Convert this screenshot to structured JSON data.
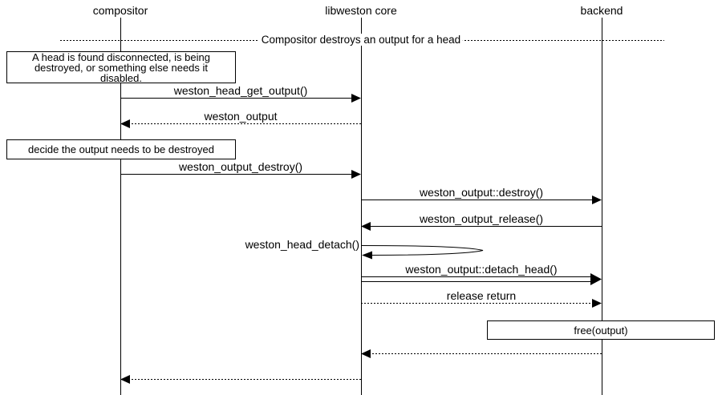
{
  "diagram": {
    "type": "uml-sequence-diagram",
    "title": "Compositor destroys an output for a head",
    "colors": {
      "line": "#000000",
      "background": "#ffffff",
      "text": "#000000"
    },
    "participants": [
      {
        "label": "compositor"
      },
      {
        "label": "libweston core"
      },
      {
        "label": "backend"
      }
    ],
    "notes": [
      {
        "text": "A head is found disconnected, is being destroyed, or something else needs it disabled.",
        "over": "compositor"
      },
      {
        "text": "decide the output needs to be destroyed",
        "over": "compositor"
      },
      {
        "text": "free(output)",
        "over": "backend"
      }
    ],
    "messages": [
      {
        "label": "weston_head_get_output()",
        "from": "compositor",
        "to": "libweston core",
        "line": "solid"
      },
      {
        "label": "weston_output",
        "from": "libweston core",
        "to": "compositor",
        "line": "dotted"
      },
      {
        "label": "weston_output_destroy()",
        "from": "compositor",
        "to": "libweston core",
        "line": "solid"
      },
      {
        "label": "weston_output::destroy()",
        "from": "libweston core",
        "to": "backend",
        "line": "solid"
      },
      {
        "label": "weston_output_release()",
        "from": "backend",
        "to": "libweston core",
        "line": "solid"
      },
      {
        "label": "weston_head_detach()",
        "from": "libweston core",
        "to": "libweston core",
        "line": "self"
      },
      {
        "label": "weston_output::detach_head()",
        "from": "libweston core",
        "to": "backend",
        "line": "double"
      },
      {
        "label": "release return",
        "from": "libweston core",
        "to": "backend",
        "line": "dotted"
      },
      {
        "label": "",
        "from": "backend",
        "to": "libweston core",
        "line": "dotted"
      },
      {
        "label": "",
        "from": "libweston core",
        "to": "compositor",
        "line": "dotted"
      }
    ]
  }
}
